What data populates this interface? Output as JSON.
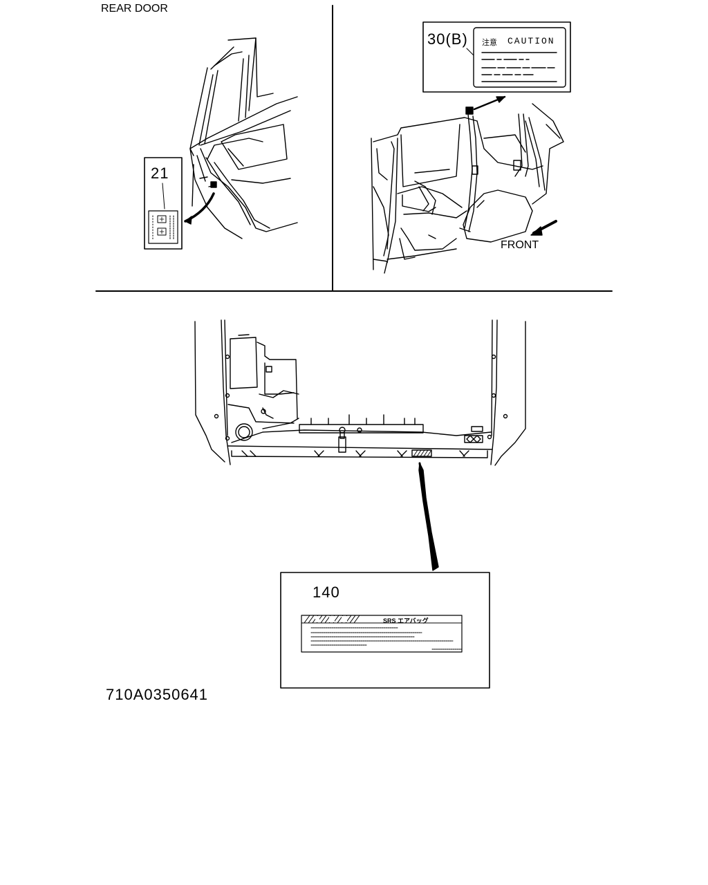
{
  "diagram": {
    "title_rear_door": "REAR DOOR",
    "direction_label": "FRONT",
    "callouts": {
      "rear_door_label": "21",
      "caution_label": "30(B)",
      "airbag_label": "140"
    },
    "caution_label_text": {
      "japanese": "注意",
      "english": "CAUTION"
    },
    "airbag_label_text": "SRS エアバッグ",
    "drawing_number": "710A0350641"
  }
}
